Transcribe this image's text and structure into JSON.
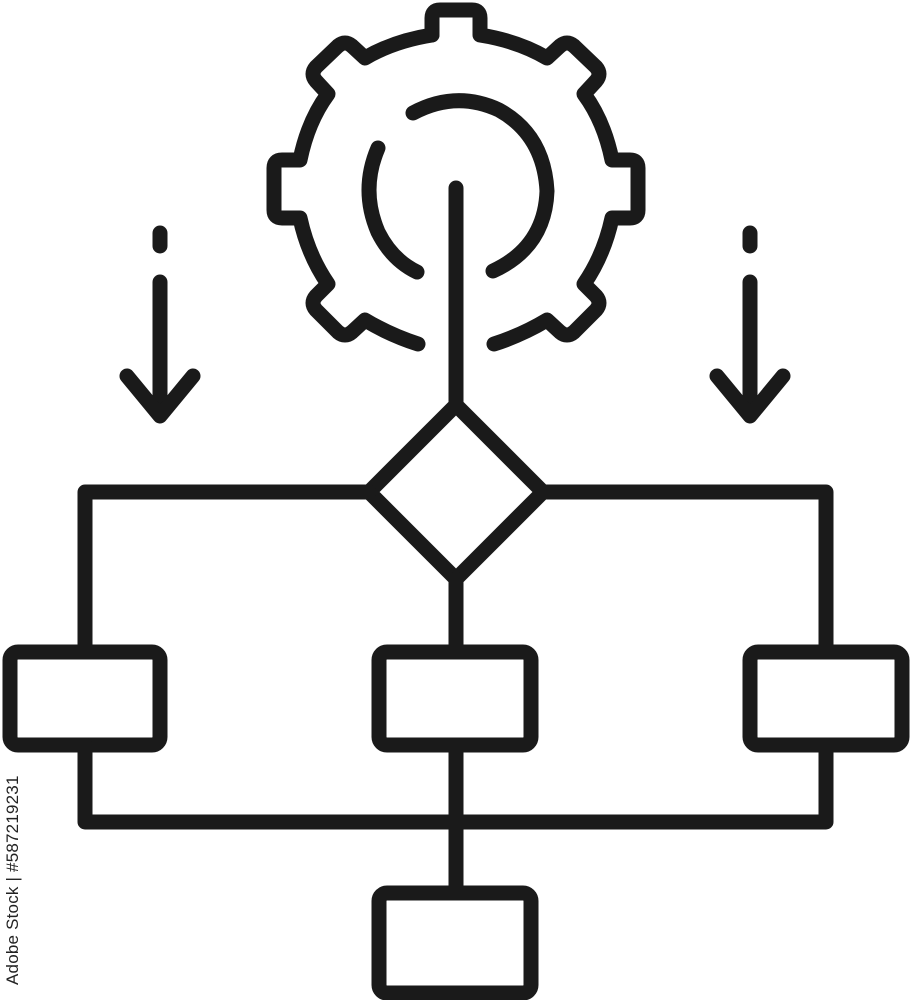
{
  "image": {
    "background": "#ffffff",
    "stroke_color": "#1a1a1a",
    "watermark_text": "Adobe Stock | #587219231",
    "watermark_color": "#222222"
  },
  "icons": {
    "gear": "gear-icon",
    "touch": "touch-icon",
    "arrow_left": "arrow-down-icon",
    "arrow_right": "arrow-down-icon",
    "decision": "decision-diamond",
    "process": "process-box"
  }
}
